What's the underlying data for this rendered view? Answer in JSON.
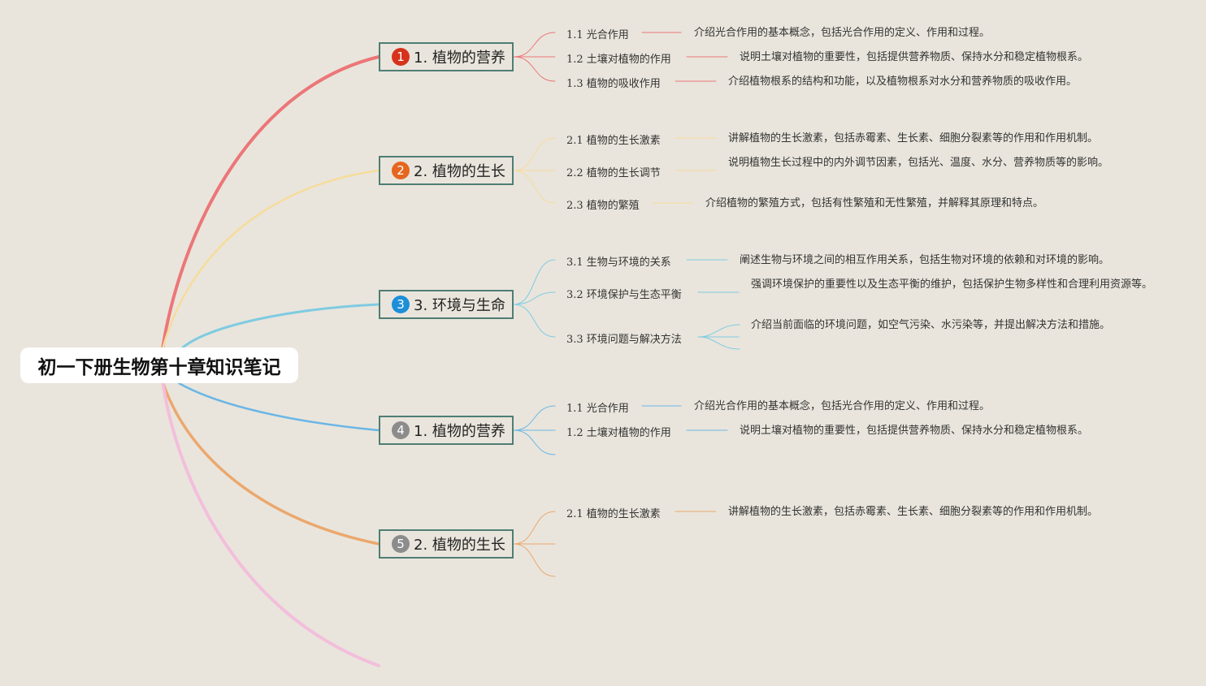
{
  "title": "初一下册生物第十章知识笔记",
  "branches": [
    {
      "badge": "1",
      "badge_color": "#d7321b",
      "color": "#ec7678",
      "label": "1. 植物的营养",
      "items": [
        {
          "label": "1.1 光合作用",
          "desc": "介绍光合作用的基本概念，包括光合作用的定义、作用和过程。"
        },
        {
          "label": "1.2 土壤对植物的作用",
          "desc": "说明土壤对植物的重要性，包括提供营养物质、保持水分和稳定植物根系。"
        },
        {
          "label": "1.3 植物的吸收作用",
          "desc": "介绍植物根系的结构和功能，以及植物根系对水分和营养物质的吸收作用。"
        }
      ]
    },
    {
      "badge": "2",
      "badge_color": "#e5661e",
      "color": "#f6dc9c",
      "label": "2. 植物的生长",
      "items": [
        {
          "label": "2.1 植物的生长激素",
          "desc": "讲解植物的生长激素，包括赤霉素、生长素、细胞分裂素等的作用和作用机制。"
        },
        {
          "label": "2.2 植物的生长调节",
          "desc": "说明植物生长过程中的内外调节因素，包括光、温度、水分、营养物质等的影响。"
        },
        {
          "label": "2.3 植物的繁殖",
          "desc": "介绍植物的繁殖方式，包括有性繁殖和无性繁殖，并解释其原理和特点。"
        }
      ]
    },
    {
      "badge": "3",
      "badge_color": "#1d8fd8",
      "color": "#7fcbe2",
      "label": "3. 环境与生命",
      "items": [
        {
          "label": "3.1 生物与环境的关系",
          "desc": "阐述生物与环境之间的相互作用关系，包括生物对环境的依赖和对环境的影响。"
        },
        {
          "label": "3.2 环境保护与生态平衡",
          "desc": "强调环境保护的重要性以及生态平衡的维护，包括保护生物多样性和合理利用资源等。"
        },
        {
          "label": "3.3 环境问题与解决方法",
          "desc": "介绍当前面临的环境问题，如空气污染、水污染等，并提出解决方法和措施。"
        }
      ]
    },
    {
      "badge": "4",
      "badge_color": "#8c8c8c",
      "color": "#6bb6e6",
      "label": "1. 植物的营养",
      "items": [
        {
          "label": "1.1 光合作用",
          "desc": "介绍光合作用的基本概念，包括光合作用的定义、作用和过程。"
        },
        {
          "label": "1.2 土壤对植物的作用",
          "desc": "说明土壤对植物的重要性，包括提供营养物质、保持水分和稳定植物根系。"
        }
      ]
    },
    {
      "badge": "5",
      "badge_color": "#8c8c8c",
      "color": "#eba86e",
      "label": "2. 植物的生长",
      "items": [
        {
          "label": "2.1 植物的生长激素",
          "desc": "讲解植物的生长激素，包括赤霉素、生长素、细胞分裂素等的作用和作用机制。"
        }
      ]
    }
  ],
  "extra_branch_color": "#f3bedc"
}
